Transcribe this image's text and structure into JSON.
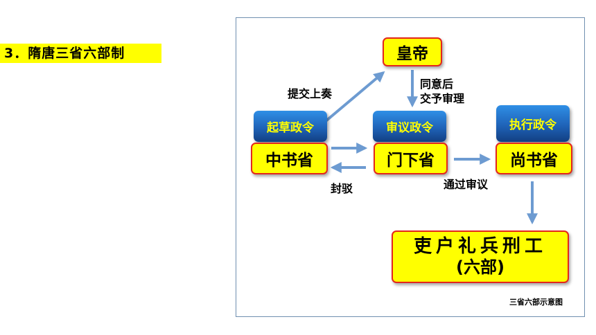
{
  "slide": {
    "title": "3．隋唐三省六部制"
  },
  "diagram": {
    "emperor": "皇帝",
    "zhongshu": "中书省",
    "menxia": "门下省",
    "shangshu": "尚书省",
    "role_draft": "起草政令",
    "role_review": "审议政令",
    "role_execute": "执行政令",
    "six_ministries_line1": "吏户礼兵刑工",
    "six_ministries_line2": "(六部)",
    "label_submit": "提交上奏",
    "label_approve_line1": "同意后",
    "label_approve_line2": "交予审理",
    "label_reject": "封驳",
    "label_pass": "通过审议",
    "caption": "三省六部示意图"
  },
  "colors": {
    "highlight": "#ffff00",
    "box_border": "#e3261c",
    "role_box": "#1f63b8",
    "arrow": "#6d9bd1",
    "frame": "#6f8fb0"
  }
}
